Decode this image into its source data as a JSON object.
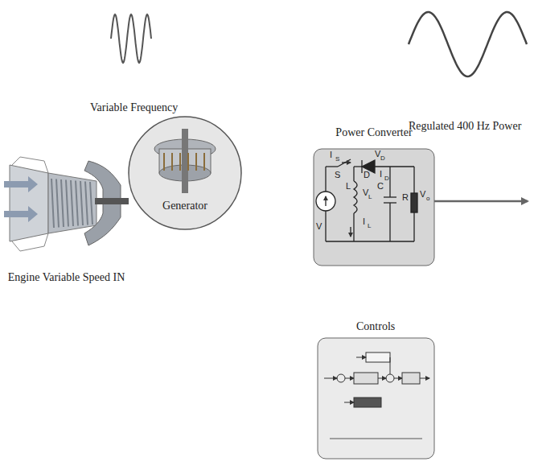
{
  "diagram": {
    "nodes": [
      {
        "text": [
          "Engine Variable Speed IN"
        ]
      },
      {
        "text": [
          "Generator"
        ]
      },
      {
        "text": [
          "Power Converter"
        ]
      },
      {
        "text": [
          "Controls"
        ]
      }
    ],
    "edges": [
      {
        "from": 0,
        "to": 1,
        "arrow": "to"
      },
      {
        "from": 1,
        "to": 2,
        "arrow": "to"
      },
      {
        "from": 2,
        "to": 3,
        "arrow": "none"
      },
      {
        "from": 3,
        "to": 1,
        "arrow": "to"
      },
      {
        "from": 3,
        "to": 2,
        "arrow": "to"
      }
    ],
    "labels": [
      "Variable Frequency",
      "Regulated 400 Hz Power",
      "I",
      "S",
      "S",
      "V",
      "D",
      "I",
      "D",
      "D",
      "V",
      "L",
      "V",
      "L",
      "I",
      "L",
      "C",
      "R",
      "V",
      "o"
    ]
  }
}
